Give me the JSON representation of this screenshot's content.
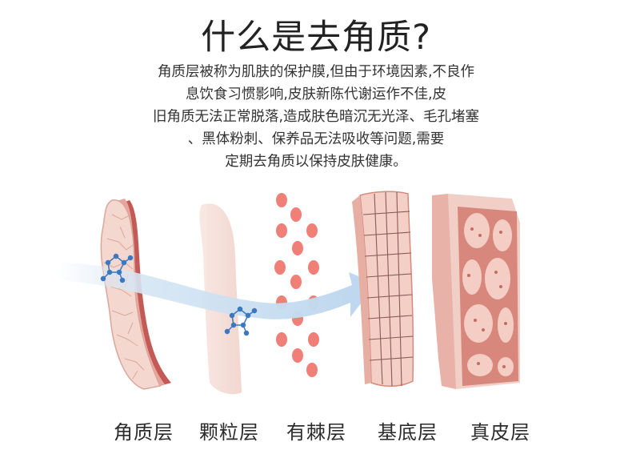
{
  "title": "什么是去角质?",
  "description_lines": [
    "角质层被称为肌肤的保护膜,但由于环境因素,不良作",
    "息饮食习惯影响,皮肤新陈代谢运作不佳,皮",
    "旧角质无法正常脱落,造成肤色暗沉无光泽、毛孔堵塞",
    "、黑体粉刺、保养品无法吸收等问题,需要",
    "定期去角质以保持皮肤健康。"
  ],
  "layers": [
    {
      "label": "角质层"
    },
    {
      "label": "颗粒层"
    },
    {
      "label": "有棘层"
    },
    {
      "label": "基底层"
    },
    {
      "label": "真皮层"
    }
  ],
  "colors": {
    "skin_pink": "#f4c9bf",
    "skin_edge": "#d98a7d",
    "cell_red": "#ef7f77",
    "arrow_blue": "#c9dff2",
    "molecule_blue": "#3a78c2",
    "dermis_dark": "#c77d75"
  }
}
